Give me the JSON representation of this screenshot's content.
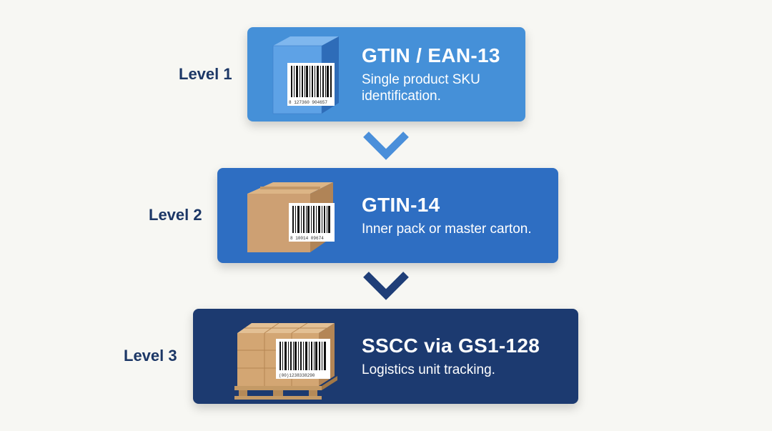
{
  "colors": {
    "background": "#f7f7f3",
    "level1_card": "#4590d8",
    "level2_card": "#2e6ec2",
    "level3_card": "#1c3a70",
    "label_text": "#1c3766",
    "chevron1": "#4a8fda",
    "chevron2": "#1f3e78"
  },
  "levels": [
    {
      "label": "Level 1",
      "title": "GTIN / EAN-13",
      "description": [
        "Single product SKU",
        "identification."
      ],
      "illustration": "retail-box-icon",
      "barcode_text": "8  127360  904657"
    },
    {
      "label": "Level 2",
      "title": "GTIN-14",
      "description": [
        "Inner pack or master carton."
      ],
      "illustration": "cardboard-carton-icon",
      "barcode_text": "8 10014 09674"
    },
    {
      "label": "Level 3",
      "title": "SSCC via GS1-128",
      "description": [
        "Logistics unit tracking."
      ],
      "illustration": "pallet-icon",
      "barcode_text": "(00)1238338290"
    }
  ]
}
